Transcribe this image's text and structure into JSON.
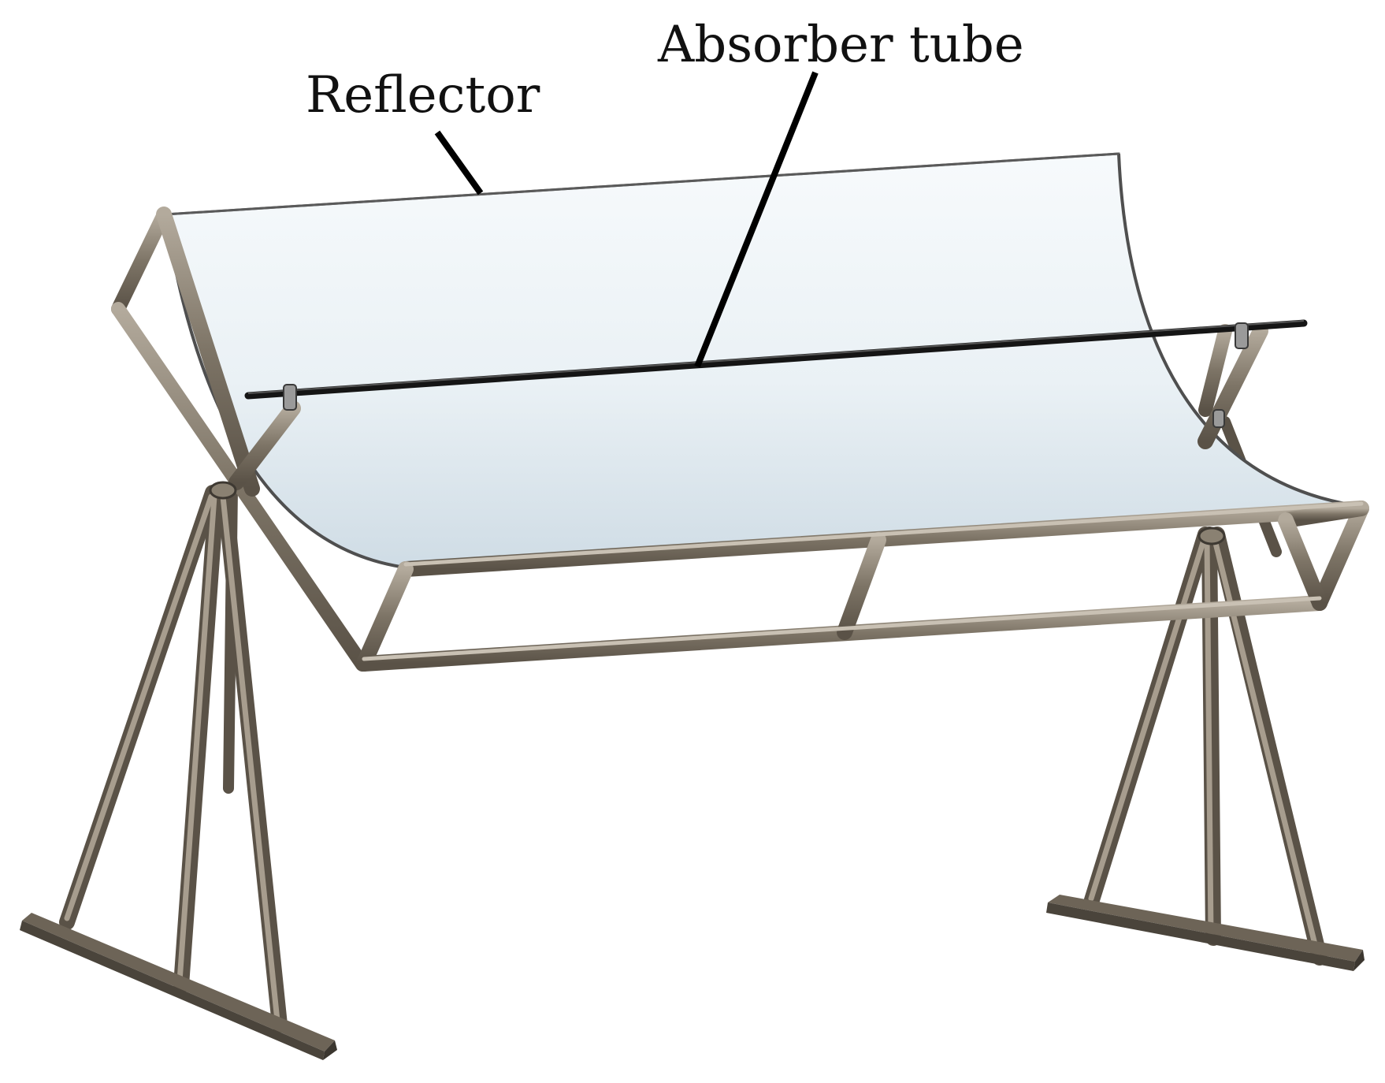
{
  "labels": {
    "reflector": "Reflector",
    "absorber_tube": "Absorber tube"
  },
  "colors": {
    "background": "#ffffff",
    "frame_steel": "#8c8273",
    "frame_dark": "#4a443b",
    "reflector_light": "#f6f9fb",
    "reflector_mid": "#d6e2ea",
    "absorber": "#151515",
    "leader": "#000000"
  },
  "parts": [
    "reflector-surface",
    "absorber-tube",
    "support-frame",
    "left-stand",
    "right-stand"
  ]
}
